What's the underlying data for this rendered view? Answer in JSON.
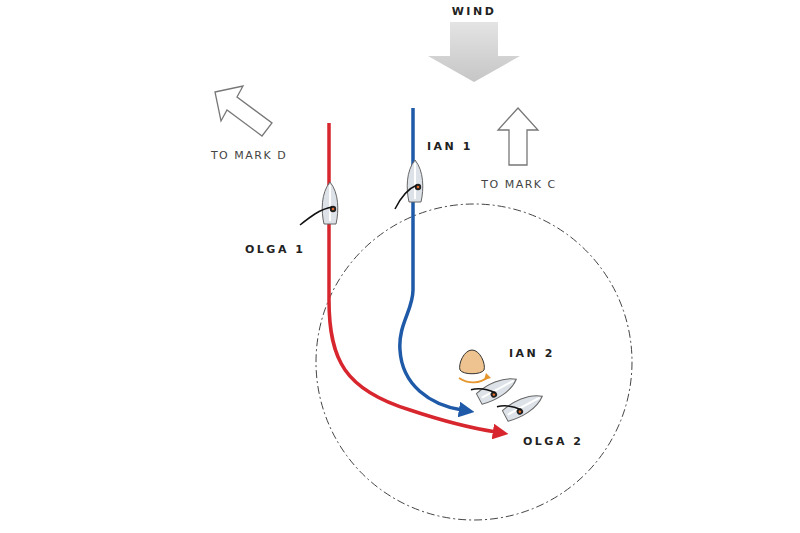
{
  "diagram": {
    "labels": [
      "WIND",
      "TO MARK D",
      "TO MARK C",
      "IAN 1",
      "OLGA 1",
      "IAN 2",
      "OLGA 2"
    ]
  }
}
